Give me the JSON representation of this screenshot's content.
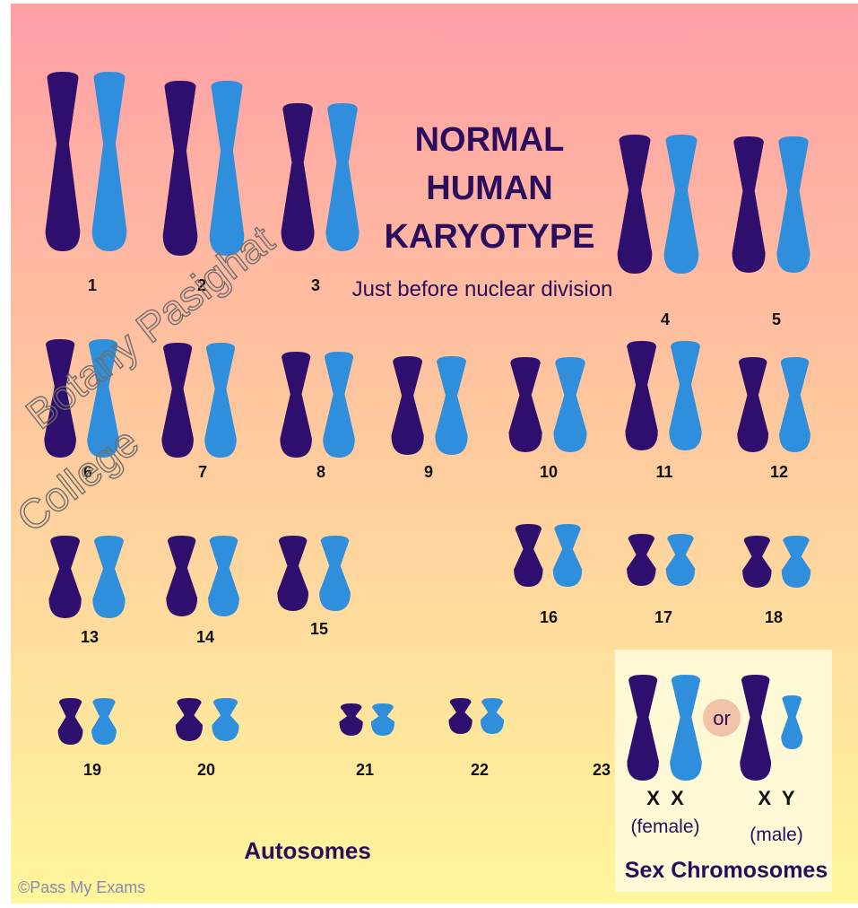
{
  "title_lines": [
    "NORMAL",
    "HUMAN",
    "KARYOTYPE"
  ],
  "subtitle": "Just before nuclear division",
  "autosomes_label": "Autosomes",
  "sex_chromosomes_label": "Sex Chromosomes",
  "copyright": "©Pass My Exams",
  "watermark_lines": [
    "Botany Pasighat",
    "College"
  ],
  "or_label": "or",
  "chromosome_pairs": [
    {
      "label": "1"
    },
    {
      "label": "2"
    },
    {
      "label": "3"
    },
    {
      "label": "4"
    },
    {
      "label": "5"
    },
    {
      "label": "6"
    },
    {
      "label": "7"
    },
    {
      "label": "8"
    },
    {
      "label": "9"
    },
    {
      "label": "10"
    },
    {
      "label": "11"
    },
    {
      "label": "12"
    },
    {
      "label": "13"
    },
    {
      "label": "14"
    },
    {
      "label": "15"
    },
    {
      "label": "16"
    },
    {
      "label": "17"
    },
    {
      "label": "18"
    },
    {
      "label": "19"
    },
    {
      "label": "20"
    },
    {
      "label": "21"
    },
    {
      "label": "22"
    }
  ],
  "sex_pair": {
    "label": "23",
    "female": {
      "letters": "X  X",
      "caption": "(female)"
    },
    "male": {
      "letters": "X  Y",
      "caption": "(male)"
    }
  },
  "colors": {
    "dark_chromatid": "#2e0f6e",
    "light_chromatid": "#2f8fdc",
    "bg_top": "#ff9fa6",
    "bg_bottom": "#fff79c",
    "sex_panel": "#fff9d6",
    "or_circle": "#f2c3a8"
  }
}
